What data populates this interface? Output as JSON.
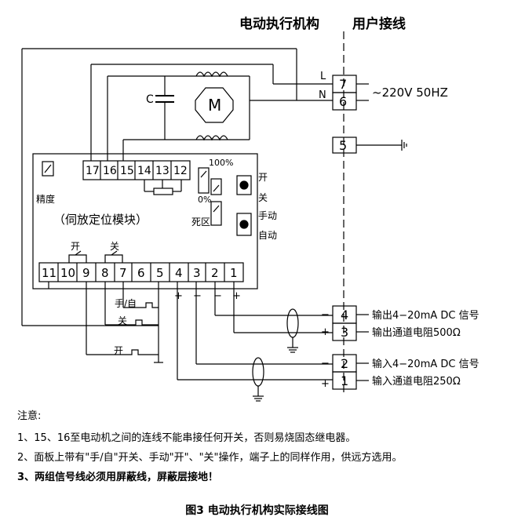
{
  "header": {
    "left": "电动执行机构",
    "right": "用户接线"
  },
  "power": {
    "L": "L",
    "N": "N",
    "t7": "7",
    "t6": "6",
    "supply": "~220V 50HZ",
    "t5": "5"
  },
  "motor": {
    "cap": "C",
    "motor_label": "M"
  },
  "module": {
    "precision": "精度",
    "name": "（伺放定位模块）",
    "top_terms": [
      "17",
      "16",
      "15",
      "14",
      "13",
      "12"
    ],
    "bottom_terms": [
      "11",
      "10",
      "9",
      "8",
      "7",
      "6",
      "5",
      "4",
      "3",
      "2",
      "1"
    ],
    "pct100": "100%",
    "pct0": "0%",
    "deadzone": "死区",
    "open": "开",
    "close": "关",
    "manual": "手动",
    "auto": "自动",
    "sw_open": "开",
    "sw_close": "关"
  },
  "external": {
    "manual_auto": "手/自",
    "close": "关",
    "open": "开"
  },
  "signals": [
    {
      "num": "4",
      "sign": "−",
      "label": "输出4−20mA DC 信号"
    },
    {
      "num": "3",
      "sign": "+",
      "label": "输出通道电阻500Ω"
    },
    {
      "num": "2",
      "sign": "−",
      "label": "输入4−20mA DC 信号"
    },
    {
      "num": "1",
      "sign": "+",
      "label": "输入通道电阻250Ω"
    }
  ],
  "polarity": {
    "p4": "+",
    "p3": "−",
    "p2": "−",
    "p1": "+"
  },
  "notes": {
    "title": "注意:",
    "n1": "1、15、16至电动机之间的连线不能串接任何开关，否则易烧固态继电器。",
    "n2": "2、面板上带有\"手/自\"开关、手动\"开\"、\"关\"操作，端子上的同样作用，供远方选用。",
    "n3": "3、两组信号线必须用屏蔽线，屏蔽层接地！"
  },
  "caption": "图3  电动执行机构实际接线图"
}
